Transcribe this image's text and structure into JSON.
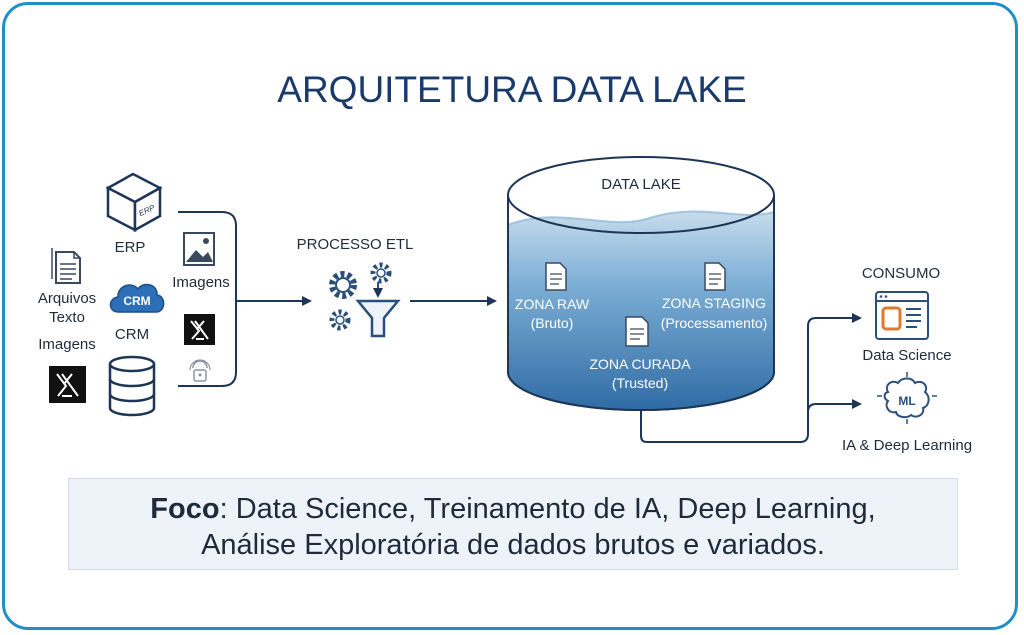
{
  "title": "ARQUITETURA DATA LAKE",
  "sources": {
    "erp_label": "ERP",
    "erp_box_text": "ERP",
    "crm_label": "CRM",
    "crm_badge": "CRM",
    "arquivos_label_1": "Arquivos",
    "arquivos_label_2": "Texto",
    "imagens_left_label": "Imagens",
    "imagens_right_label": "Imagens"
  },
  "etl": {
    "label": "PROCESSO ETL"
  },
  "data_lake": {
    "label": "DATA LAKE",
    "zones": [
      {
        "name": "ZONA RAW",
        "sub": "(Bruto)"
      },
      {
        "name": "ZONA STAGING",
        "sub": "(Processamento)"
      },
      {
        "name": "ZONA CURADA",
        "sub": "(Trusted)"
      }
    ]
  },
  "consumo": {
    "label": "CONSUMO",
    "items": [
      {
        "name": "Data Science"
      },
      {
        "name": "IA & Deep Learning",
        "icon_text": "ML"
      }
    ]
  },
  "focus": {
    "bold": "Foco",
    "line1": ": Data Science, Treinamento de IA, Deep Learning,",
    "line2": "Análise Exploratória de dados brutos e variados."
  },
  "colors": {
    "title": "#1a3a6b",
    "frame": "#1f8fc7",
    "line": "#1d3557",
    "water": "#3a78ad"
  },
  "icons": [
    "server-box-icon",
    "crm-cloud-icon",
    "document-icon",
    "x-logo-icon",
    "database-icon",
    "image-icon",
    "lock-icon",
    "gear-icon",
    "funnel-icon",
    "dashboard-icon",
    "brain-icon"
  ]
}
